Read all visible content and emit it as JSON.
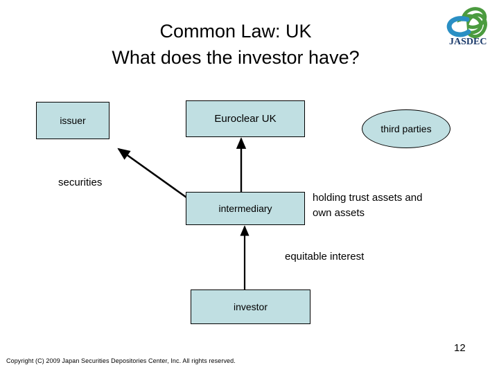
{
  "slide": {
    "title": "Common Law: UK\nWhat does the investor have?",
    "page_number": "12",
    "copyright": "Copyright (C) 2009 Japan Securities Depositories Center, Inc.  All rights reserved.",
    "colors": {
      "node_fill": "#c0dfe2",
      "node_border": "#000000",
      "text": "#000000",
      "background": "#ffffff",
      "logo_blue": "#2a8fc4",
      "logo_green": "#4b9b3f"
    }
  },
  "logo": {
    "name": "jasdec-logo",
    "wordmark": "JASDEC"
  },
  "diagram": {
    "nodes": [
      {
        "id": "issuer",
        "label": "issuer",
        "shape": "rect"
      },
      {
        "id": "euroclear",
        "label": "Euroclear UK",
        "shape": "rect"
      },
      {
        "id": "third_parties",
        "label": "third parties",
        "shape": "ellipse"
      },
      {
        "id": "intermediary",
        "label": "intermediary",
        "shape": "rect"
      },
      {
        "id": "investor",
        "label": "investor",
        "shape": "rect"
      }
    ],
    "labels": {
      "securities": "securities",
      "holding": "holding trust assets and\nown assets",
      "equitable": "equitable interest"
    },
    "arrows": [
      {
        "id": "intermediary-to-issuer",
        "from": "intermediary",
        "to": "issuer"
      },
      {
        "id": "intermediary-to-euroclear",
        "from": "intermediary",
        "to": "euroclear"
      },
      {
        "id": "investor-to-intermediary",
        "from": "investor",
        "to": "intermediary"
      }
    ]
  }
}
